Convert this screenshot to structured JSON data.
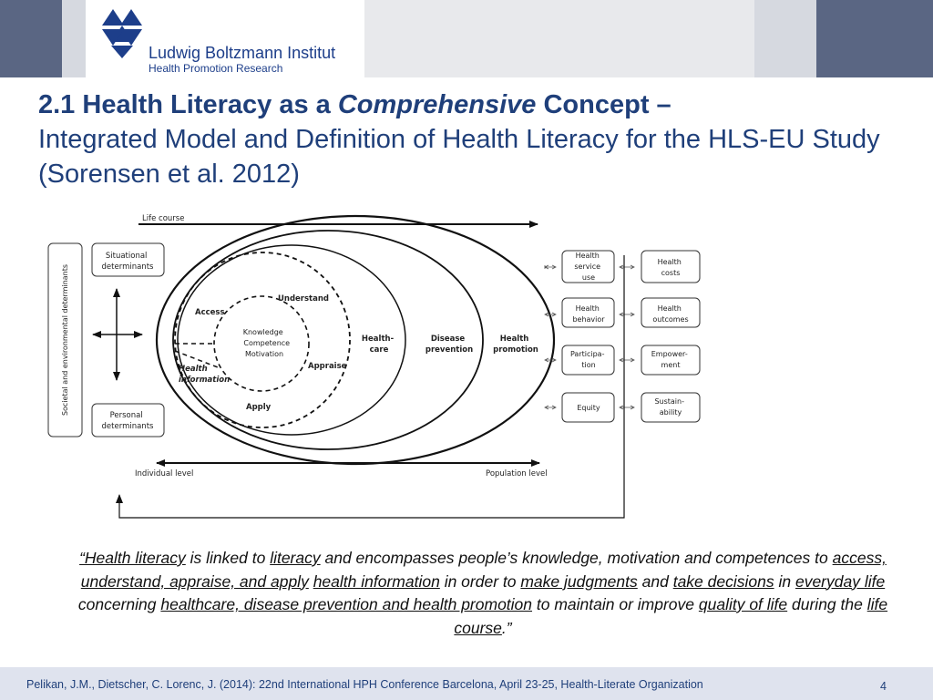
{
  "header": {
    "logo_line1": "Ludwig Boltzmann Institut",
    "logo_line2": "Health Promotion Research"
  },
  "title": {
    "bold_part1": "2.1 Health Literacy as a ",
    "bold_italic": "Comprehensive",
    "bold_part2": " Concept –",
    "subtitle": "Integrated Model and Definition of Health Literacy for the HLS-EU Study (Sorensen et al. 2012)"
  },
  "diagram": {
    "life_course": "Life course",
    "side_label": "Societal and environmental determinants",
    "situational": [
      "Situational",
      "determinants"
    ],
    "personal": [
      "Personal",
      "determinants"
    ],
    "core": [
      "Knowledge",
      "Competence",
      "Motivation"
    ],
    "access": "Access",
    "understand": "Understand",
    "appraise": "Appraise",
    "apply": "Apply",
    "health_information": [
      "Health",
      "information"
    ],
    "healthcare": [
      "Health-",
      "care"
    ],
    "disease_prevention": [
      "Disease",
      "prevention"
    ],
    "health_promotion": [
      "Health",
      "promotion"
    ],
    "outcomes_mid": [
      [
        "Health",
        "service",
        "use"
      ],
      [
        "Health",
        "behavior"
      ],
      [
        "Participa-",
        "tion"
      ],
      [
        "Equity"
      ]
    ],
    "outcomes_right": [
      [
        "Health",
        "costs"
      ],
      [
        "Health",
        "outcomes"
      ],
      [
        "Empower-",
        "ment"
      ],
      [
        "Sustain-",
        "ability"
      ]
    ],
    "individual_level": "Individual level",
    "population_level": "Population level"
  },
  "quote": {
    "q1": "“Health literacy",
    "q2": " is linked to ",
    "q3": "literacy",
    "q4": " and encompasses people’s knowledge, motivation and competences to ",
    "q5": "access, understand, appraise, and apply",
    "q6": " ",
    "q7": "health information",
    "q8": " in order to ",
    "q9": "make judgments",
    "q10": " and ",
    "q11": "take decisions",
    "q12": " in ",
    "q13": "everyday life",
    "q14": " concerning ",
    "q15": "healthcare, disease prevention and health promotion",
    "q16": " to maintain or improve ",
    "q17": "quality of life",
    "q18": " during the ",
    "q19": "life course",
    "q20": ".”"
  },
  "footer": {
    "citation": "Pelikan, J.M., Dietscher, C. Lorenc, J. (2014): 22nd International HPH Conference Barcelona, April 23-25, Health-Literate Organization",
    "page": "4"
  }
}
